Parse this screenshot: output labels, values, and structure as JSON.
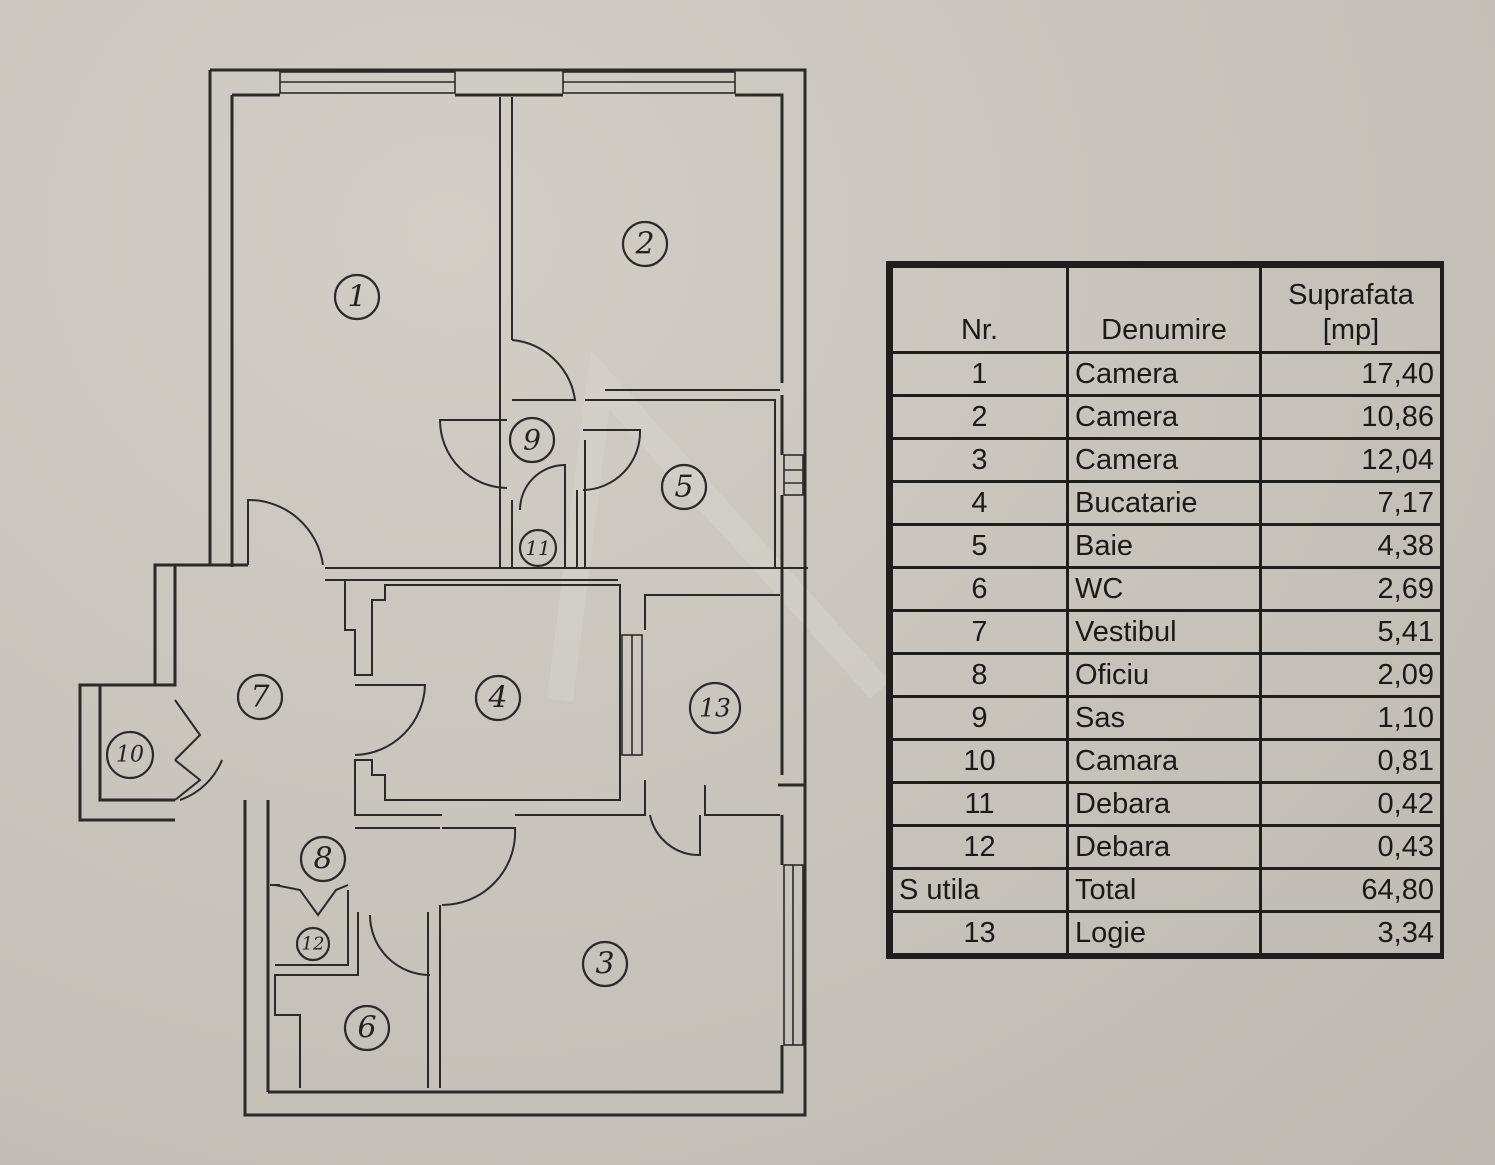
{
  "table": {
    "headers": {
      "nr": "Nr.",
      "name": "Denumire",
      "area_line1": "Suprafata",
      "area_line2": "[mp]"
    },
    "rows": [
      {
        "nr": "1",
        "name": "Camera",
        "area": "17,40"
      },
      {
        "nr": "2",
        "name": "Camera",
        "area": "10,86"
      },
      {
        "nr": "3",
        "name": "Camera",
        "area": "12,04"
      },
      {
        "nr": "4",
        "name": "Bucatarie",
        "area": "7,17"
      },
      {
        "nr": "5",
        "name": "Baie",
        "area": "4,38"
      },
      {
        "nr": "6",
        "name": "WC",
        "area": "2,69"
      },
      {
        "nr": "7",
        "name": "Vestibul",
        "area": "5,41"
      },
      {
        "nr": "8",
        "name": "Oficiu",
        "area": "2,09"
      },
      {
        "nr": "9",
        "name": "Sas",
        "area": "1,10"
      },
      {
        "nr": "10",
        "name": "Camara",
        "area": "0,81"
      },
      {
        "nr": "11",
        "name": "Debara",
        "area": "0,42"
      },
      {
        "nr": "12",
        "name": "Debara",
        "area": "0,43"
      }
    ],
    "total": {
      "nr": "S utila",
      "name": "Total",
      "area": "64,80"
    },
    "extra": {
      "nr": "13",
      "name": "Logie",
      "area": "3,34"
    }
  },
  "plan": {
    "room_labels": [
      "1",
      "2",
      "3",
      "4",
      "5",
      "6",
      "7",
      "8",
      "9",
      "10",
      "11",
      "12",
      "13"
    ]
  }
}
